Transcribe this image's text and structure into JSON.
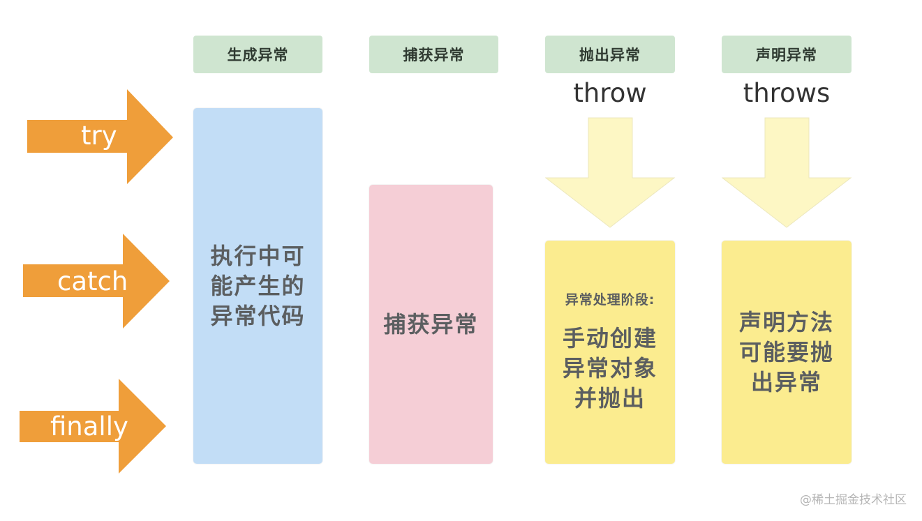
{
  "columns": [
    {
      "header": "生成异常",
      "keyword": ""
    },
    {
      "header": "捕获异常",
      "keyword": ""
    },
    {
      "header": "抛出异常",
      "keyword": "throw"
    },
    {
      "header": "声明异常",
      "keyword": "throws"
    }
  ],
  "side_arrows": [
    {
      "label": "try"
    },
    {
      "label": "catch"
    },
    {
      "label": "finally"
    }
  ],
  "boxes": {
    "generate": {
      "text": "执行中可能产生的异常代码"
    },
    "catch": {
      "text": "捕获异常"
    },
    "throw": {
      "subtitle": "异常处理阶段:",
      "text": "手动创建异常对象并抛出"
    },
    "throws": {
      "text": "声明方法可能要抛出异常"
    }
  },
  "colors": {
    "header_bg": "#cfe5d0",
    "orange_arrow": "#ef9e3a",
    "blue_box": "#c2ddf6",
    "pink_box": "#f5ced6",
    "yellow_box": "#fbec8f",
    "yellow_arrow": "#fdf7c4",
    "box_text": "#5b5e60"
  },
  "watermark": "@稀土掘金技术社区"
}
